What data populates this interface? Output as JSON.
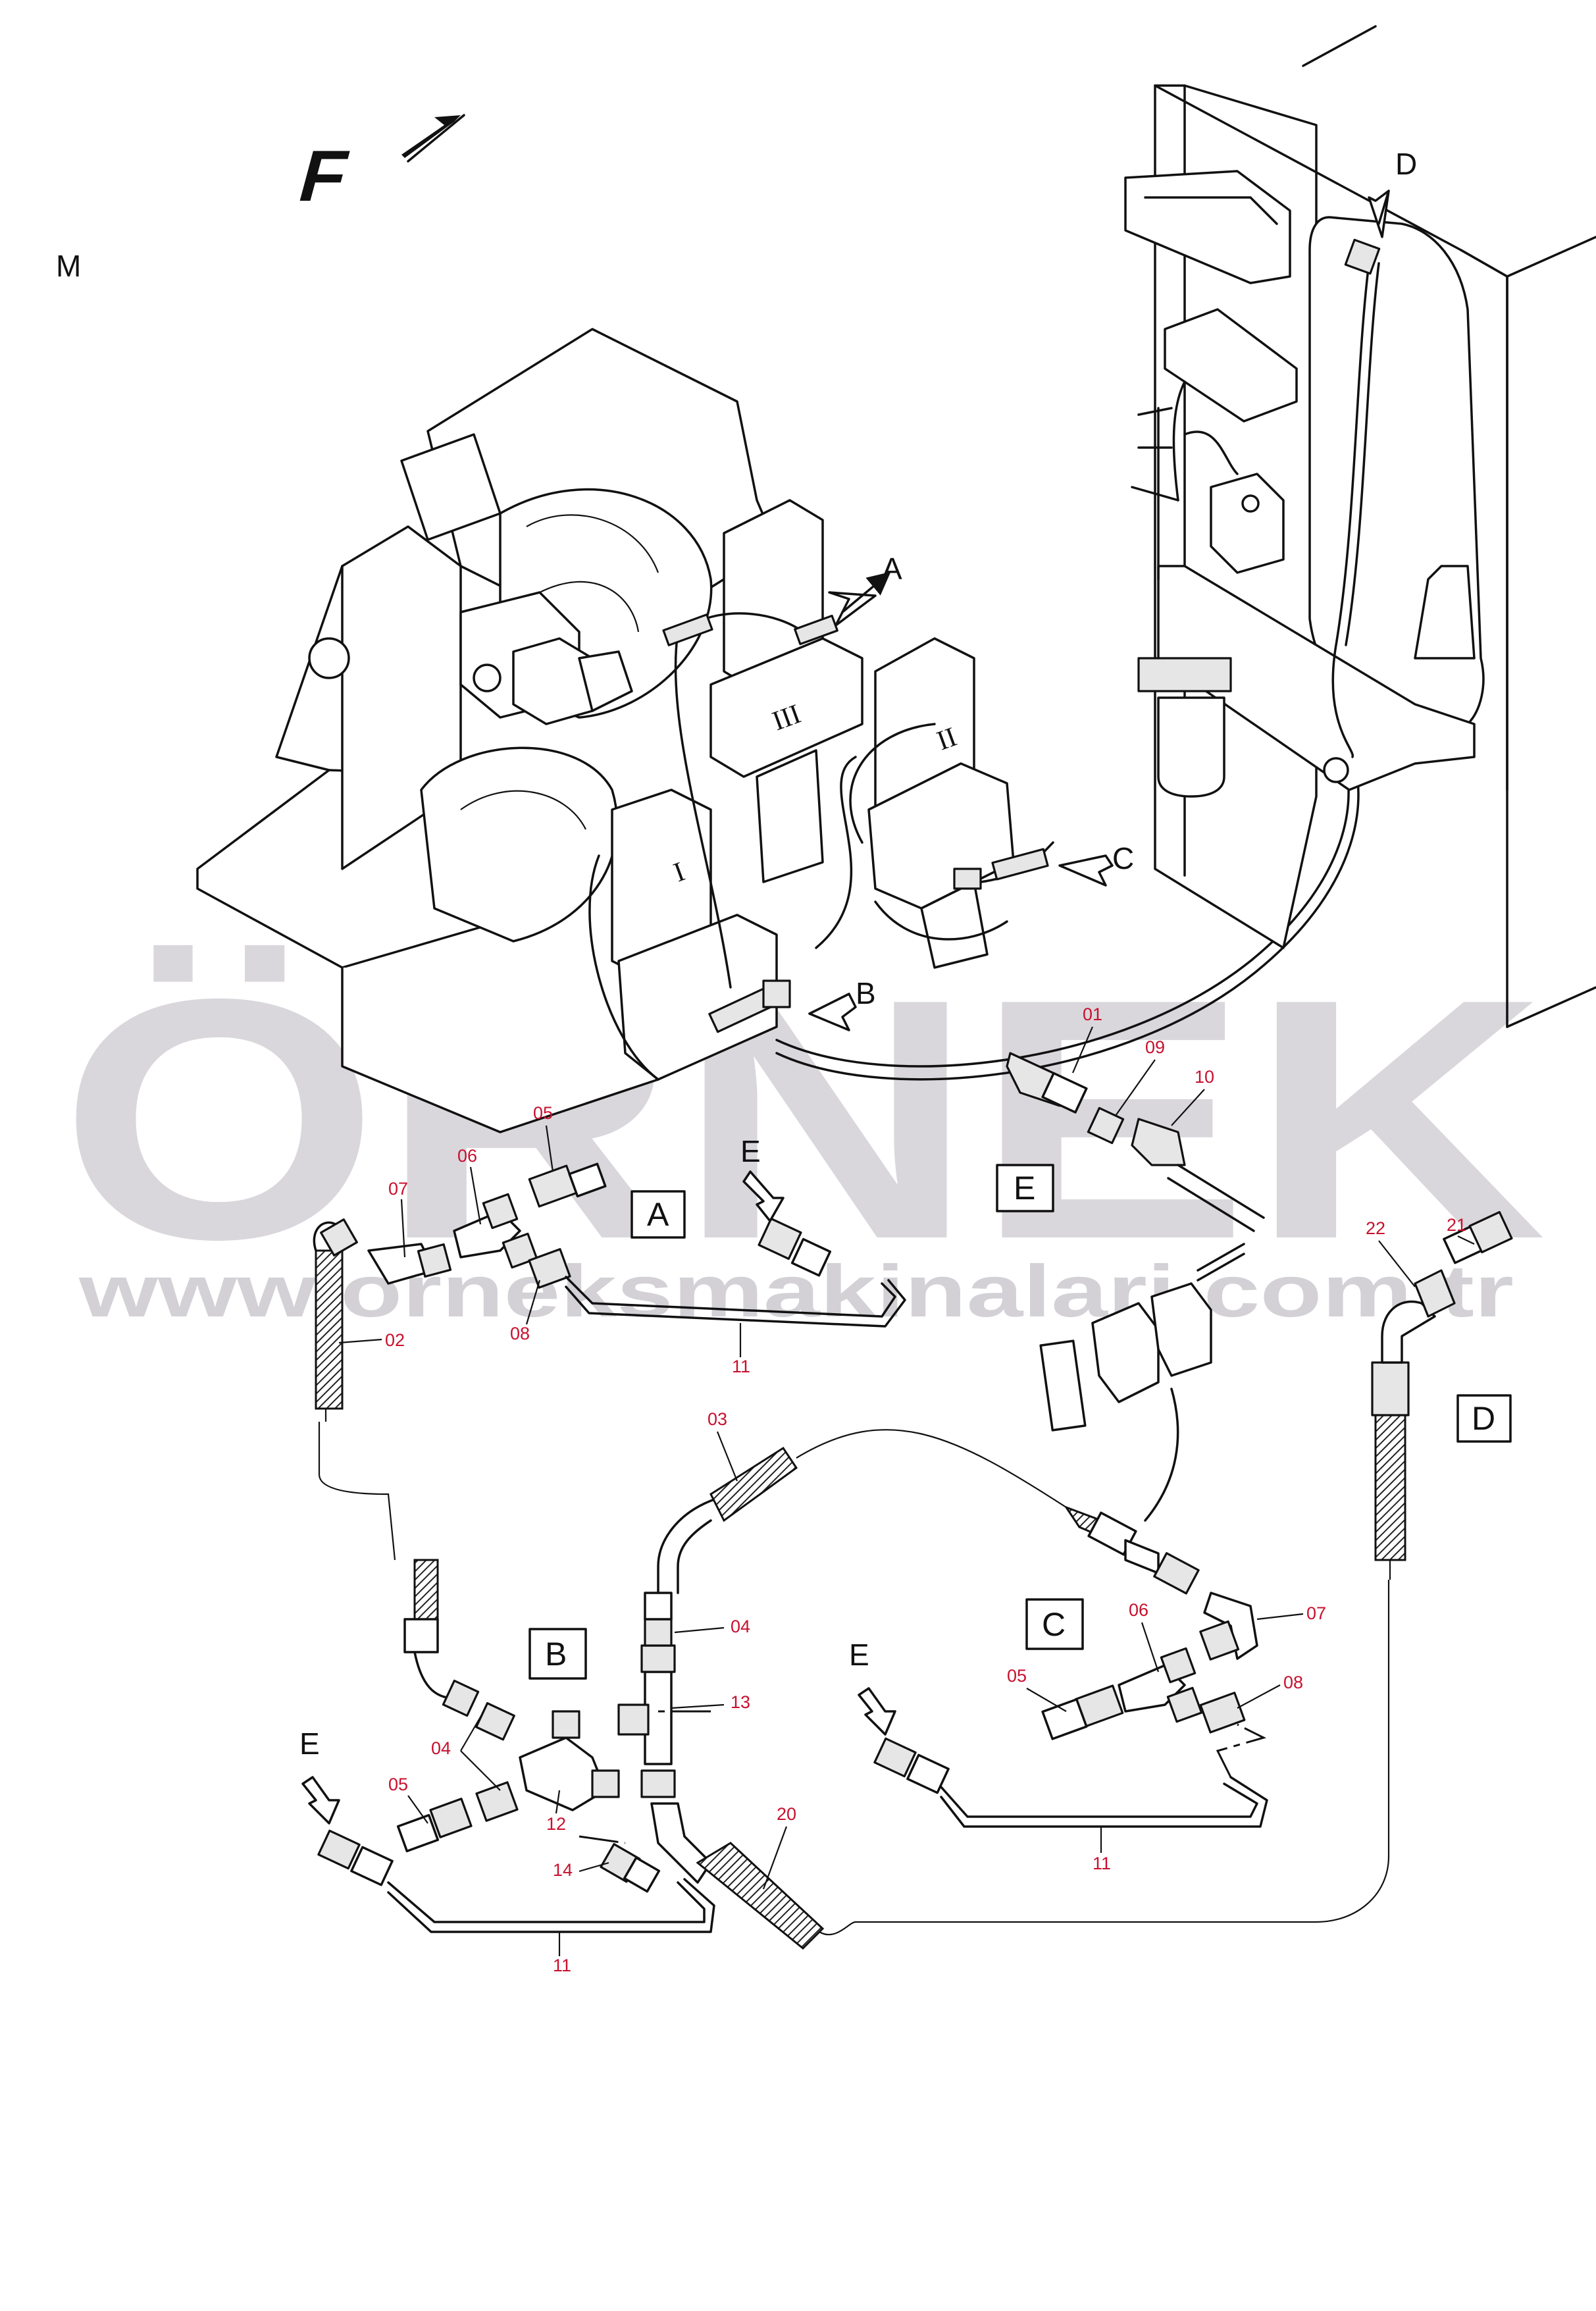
{
  "figure_code": "M",
  "direction_marker": "F",
  "watermark": {
    "brand": "ÖRNEK",
    "url": "www.orneksmakinalari.com.tr"
  },
  "views": {
    "A": "A",
    "B": "B",
    "C": "C",
    "D": "D",
    "E": "E"
  },
  "callouts": {
    "c01": "01",
    "c02": "02",
    "c03": "03",
    "c04a": "04",
    "c04b": "04",
    "c05a": "05",
    "c05b": "05",
    "c05c": "05",
    "c06a": "06",
    "c06b": "06",
    "c07a": "07",
    "c07b": "07",
    "c08a": "08",
    "c08b": "08",
    "c09": "09",
    "c10": "10",
    "c11a": "11",
    "c11b": "11",
    "c11c": "11",
    "c12": "12",
    "c13": "13",
    "c14": "14",
    "c20": "20",
    "c21": "21",
    "c22": "22"
  },
  "colors": {
    "callout": "#c8102e",
    "line": "#111111",
    "watermark": "#d9d7dc",
    "watermark_accent": "#f3da8a"
  }
}
